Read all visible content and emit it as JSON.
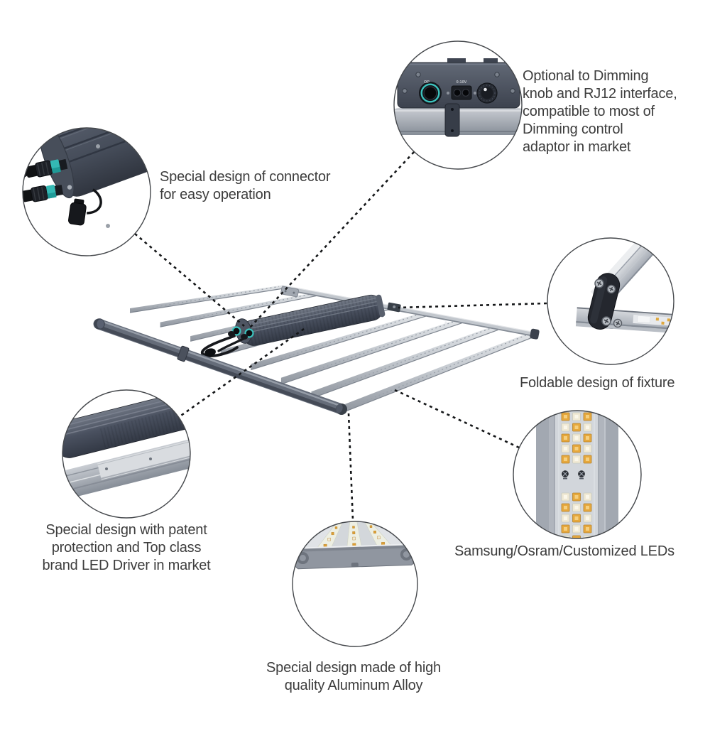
{
  "diagram": {
    "background": "#ffffff",
    "callouts": {
      "connector": "Special design of connector\nfor easy operation",
      "dimming": "Optional to Dimming\nknob and RJ12 interface,\ncompatible to most of\nDimming control\nadaptor in market",
      "foldable": "Foldable design of fixture",
      "leds": "Samsung/Osram/Customized LEDs",
      "driver": "Special design with patent\nprotection and Top class\nbrand LED Driver in market",
      "alloy": "Special design made of high\nquality Aluminum Alloy"
    },
    "panel_labels": {
      "port": "OP",
      "socket": "0-10V"
    },
    "colors": {
      "teal_accent": "#3cc2bd",
      "metal_silver": "#c7ccd2",
      "dark_slate": "#4a5160",
      "led_amber": "#e6a83d",
      "led_white": "#f0e9d4",
      "text": "#3d3d3d",
      "dotted_line": "#141618"
    }
  }
}
